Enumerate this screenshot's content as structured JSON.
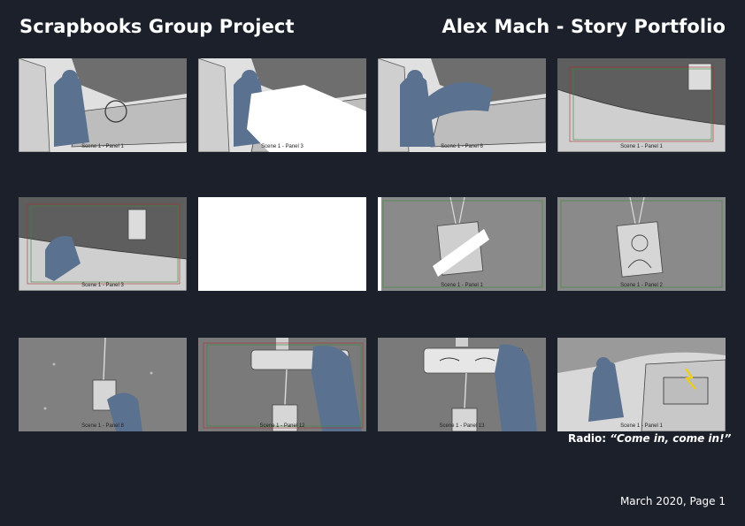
{
  "header": {
    "title": "Scrapbooks Group Project",
    "author": "Alex Mach - Story Portfolio"
  },
  "panels": [
    {
      "label": "Scene 1 - Panel 1"
    },
    {
      "label": "Scene 1 - Panel 3"
    },
    {
      "label": "Scene 1 - Panel 6"
    },
    {
      "label": "Scene 1 - Panel 1"
    },
    {
      "label": "Scene 1 - Panel 3"
    },
    {
      "label": ""
    },
    {
      "label": "Scene 1 - Panel 1"
    },
    {
      "label": "Scene 1 - Panel 2"
    },
    {
      "label": "Scene 1 - Panel 8"
    },
    {
      "label": "Scene 1 - Panel 12"
    },
    {
      "label": "Scene 1 - Panel 13"
    },
    {
      "label": "Scene 1 - Panel 1"
    }
  ],
  "caption": {
    "prefix": "Radio: ",
    "quote": "“Come in, come in!”"
  },
  "footer": {
    "text": "March 2020, Page 1"
  },
  "colors": {
    "background": "#1b202b",
    "character": "#5b7190",
    "sketch_light": "#d4d4d4",
    "sketch_mid": "#8c8c8c"
  }
}
